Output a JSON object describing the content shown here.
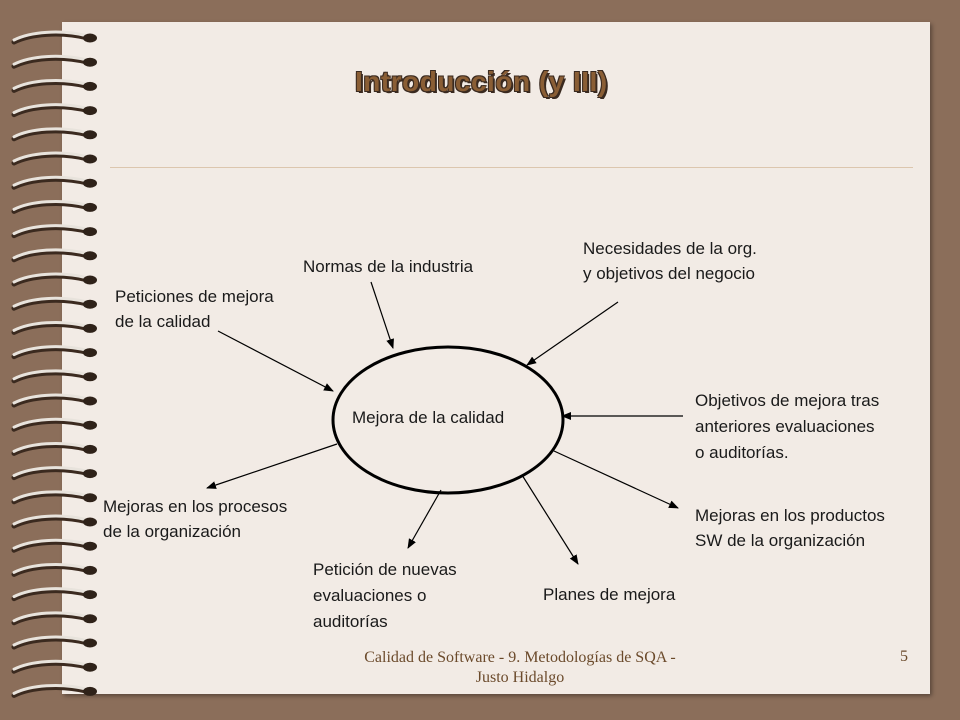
{
  "slide": {
    "title": "Introducción (y III)",
    "footer_line1": "Calidad de Software - 9. Metodologías de SQA -",
    "footer_line2": "Justo Hidalgo",
    "page_number": "5"
  },
  "diagram": {
    "center": "Mejora de la calidad",
    "inputs": {
      "peticiones_l1": "Peticiones de mejora",
      "peticiones_l2": "de la calidad",
      "normas": "Normas de la industria",
      "necesidades_l1": "Necesidades de la org.",
      "necesidades_l2": "y objetivos del negocio",
      "objetivos_l1": "Objetivos de mejora tras",
      "objetivos_l2": "anteriores evaluaciones",
      "objetivos_l3": "o auditorías."
    },
    "outputs": {
      "procesos_l1": "Mejoras en los procesos",
      "procesos_l2": "de la organización",
      "peticion_l1": "Petición de nuevas",
      "peticion_l2": "evaluaciones o",
      "peticion_l3": "auditorías",
      "planes": "Planes de mejora",
      "productos_l1": "Mejoras en los productos",
      "productos_l2": "SW de la organización"
    }
  }
}
